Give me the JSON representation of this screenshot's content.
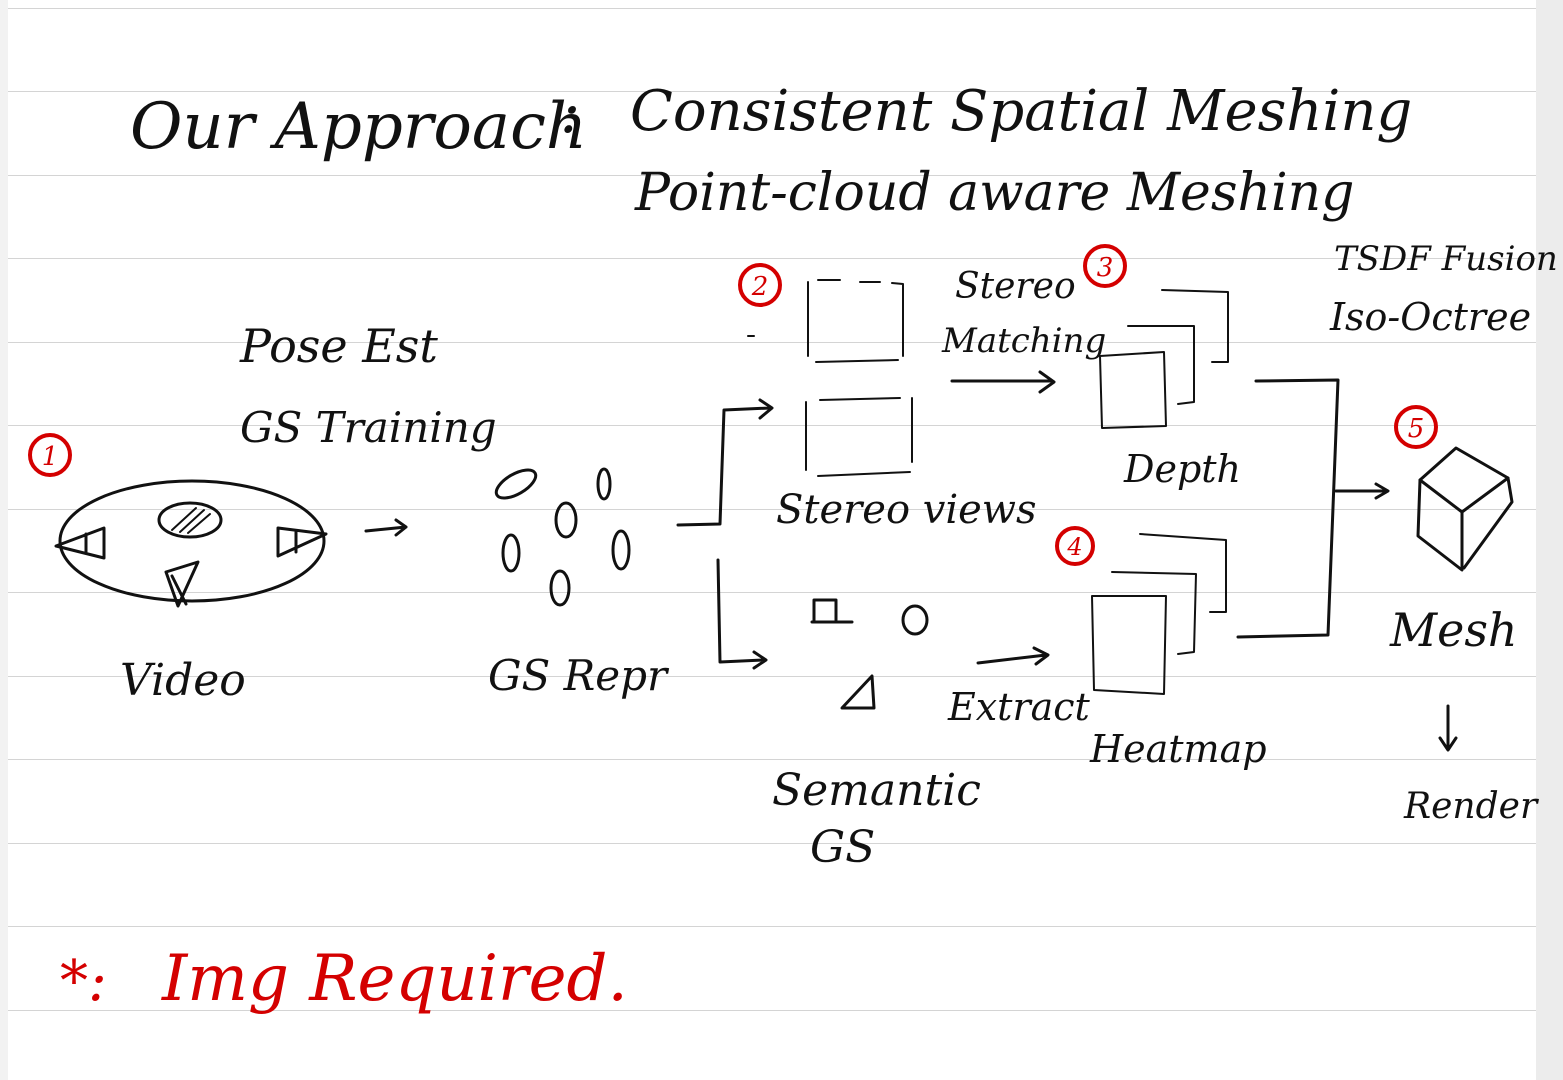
{
  "title": {
    "prefix": "Our Approach",
    "separator": ":",
    "line1": "Consistent Spatial Meshing",
    "line2": "Point-cloud aware Meshing"
  },
  "steps": [
    "1",
    "2",
    "3",
    "4",
    "5"
  ],
  "labels": {
    "pose_est": "Pose Est",
    "gs_training": "GS Training",
    "video": "Video",
    "gs_repr": "GS Repr",
    "stereo_matching_1": "Stereo",
    "stereo_matching_2": "Matching",
    "stereo_views": "Stereo views",
    "semantic_gs_1": "Semantic",
    "semantic_gs_2": "GS",
    "extract": "Extract",
    "depth": "Depth",
    "heatmap": "Heatmap",
    "tsdf_fusion": "TSDF Fusion",
    "iso_octree": "Iso-Octree",
    "mesh": "Mesh",
    "render": "Render"
  },
  "note": {
    "marker": "*:",
    "text": "Img Required."
  },
  "colors": {
    "ink": "#111111",
    "accent": "#d40000",
    "paper": "#ffffff",
    "rule": "#d4d4d4"
  }
}
